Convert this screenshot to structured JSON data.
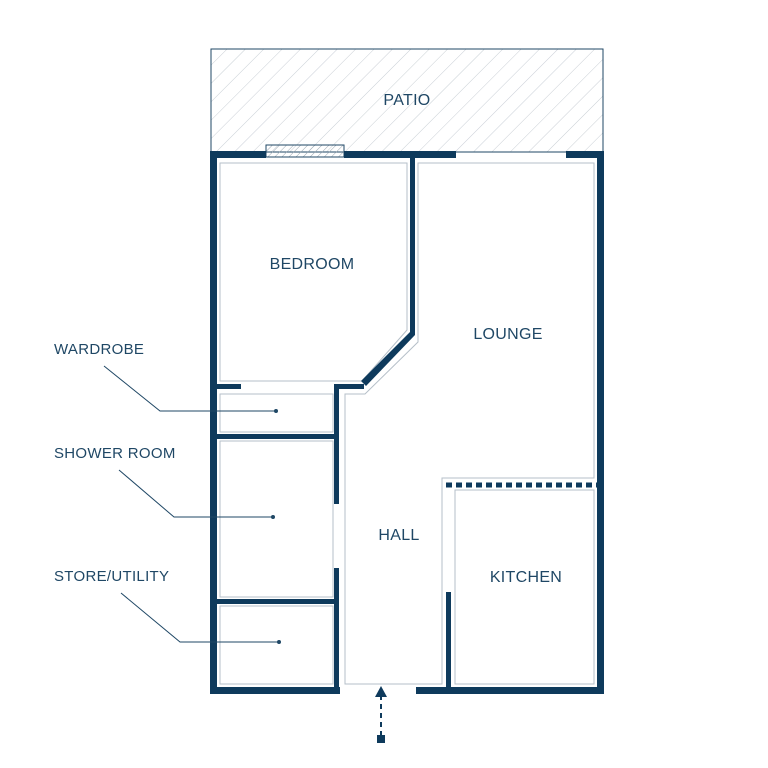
{
  "rooms": {
    "patio": "PATIO",
    "bedroom": "BEDROOM",
    "lounge": "LOUNGE",
    "hall": "HALL",
    "kitchen": "KITCHEN"
  },
  "callouts": {
    "wardrobe": "WARDROBE",
    "shower_room": "SHOWER ROOM",
    "store_utility": "STORE/UTILITY"
  },
  "colors": {
    "wall": "#0e3a5c",
    "text": "#1f4765",
    "hatch": "#c9cfd5"
  }
}
